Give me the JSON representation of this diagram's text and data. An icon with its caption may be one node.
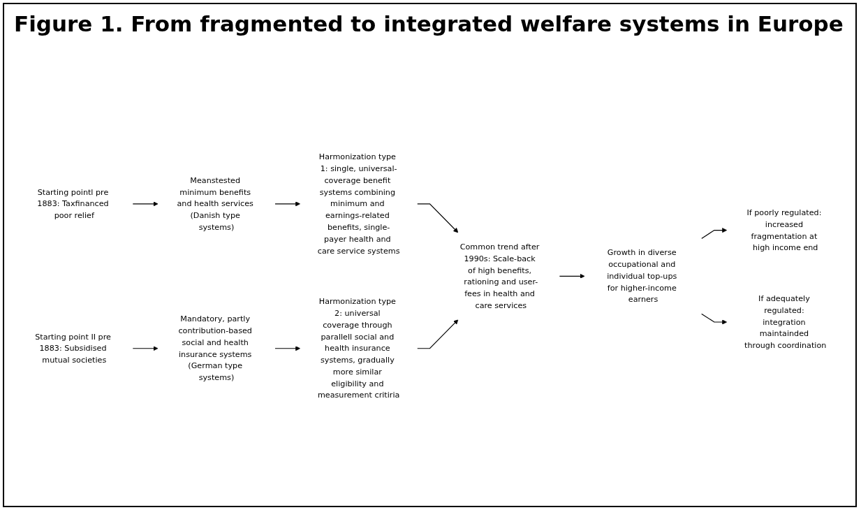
{
  "diagram": {
    "title": "Figure 1. From fragmented to integrated welfare systems in Europe",
    "nodes": [
      {
        "text": [
          "Starting pointl pre 1883: Taxfinanced poor relief"
        ]
      },
      {
        "text": [
          "Meanstested minimum benefits and health services (Danish type systems)"
        ]
      },
      {
        "text": [
          "Harmonization type 1: single, universal-coverage benefit systems combining minimum and earnings-related benefits, single-payer health and care service systems"
        ]
      },
      {
        "text": [
          "Starting point II pre 1883: Subsidised mutual societies"
        ]
      },
      {
        "text": [
          "Mandatory, partly contribution-based social and health insurance systems (German type systems)"
        ]
      },
      {
        "text": [
          "Harmonization type 2: universal coverage through parallell social and health insurance systems, gradually more similar eligibility and measurement critiria"
        ]
      },
      {
        "text": [
          "Common trend after 1990s: Scale-back of high benefits, rationing and user-fees in health and care services"
        ]
      },
      {
        "text": [
          "Growth in diverse occupational and individual top-ups for higher-income earners"
        ]
      },
      {
        "text": [
          "If poorly regulated: increased fragmentation at high income end"
        ]
      },
      {
        "text": [
          "If adequately regulated: integration maintainded through coordination"
        ]
      }
    ],
    "edges": [
      {
        "from": 0,
        "to": 1,
        "arrow": "to"
      },
      {
        "from": 1,
        "to": 2,
        "arrow": "to"
      },
      {
        "from": 2,
        "to": 6,
        "arrow": "to"
      },
      {
        "from": 3,
        "to": 4,
        "arrow": "to"
      },
      {
        "from": 4,
        "to": 5,
        "arrow": "to"
      },
      {
        "from": 5,
        "to": 6,
        "arrow": "to"
      },
      {
        "from": 6,
        "to": 7,
        "arrow": "to"
      },
      {
        "from": 7,
        "to": 8,
        "arrow": "to"
      },
      {
        "from": 7,
        "to": 9,
        "arrow": "to"
      }
    ]
  }
}
